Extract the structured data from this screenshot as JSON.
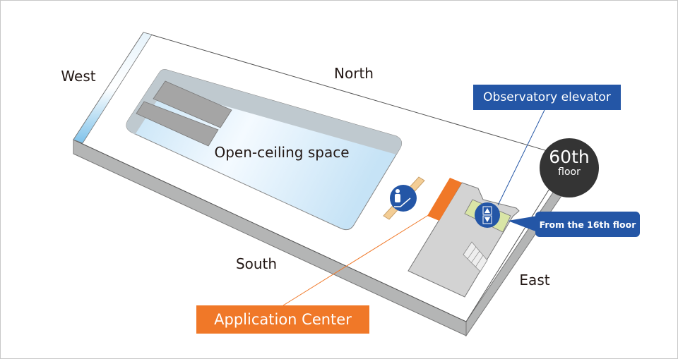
{
  "labels": {
    "west": "West",
    "north": "North",
    "south": "South",
    "east": "East",
    "open_ceiling": "Open-ceiling space"
  },
  "callouts": {
    "observatory_elevator": "Observatory elevator",
    "application_center": "Application Center",
    "from_16th": "From the 16th floor"
  },
  "floor_badge": {
    "number": "60th",
    "word": "floor"
  },
  "colors": {
    "blue": "#2456a6",
    "orange": "#f07828",
    "dark": "#343434"
  }
}
